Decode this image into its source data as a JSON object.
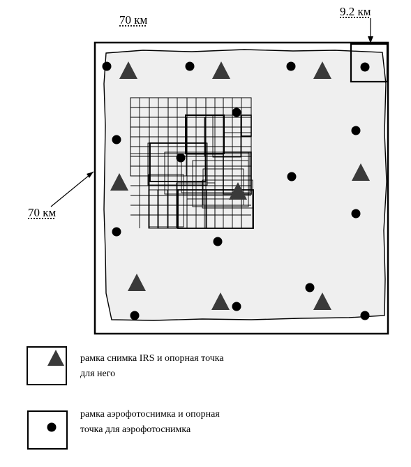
{
  "dimensions": {
    "width_label": "70 км",
    "height_label": "70 км",
    "aerial_frame_label": "9.2 км"
  },
  "legend": {
    "irs_frame": {
      "icon": "triangle-icon",
      "text_line1": "рамка снимка IRS и опорная точка",
      "text_line2": "для него"
    },
    "aerial_frame": {
      "icon": "dot-icon",
      "text_line1": "рамка аэрофотоснимка и опорная",
      "text_line2": "точка для аэрофотоснимка"
    }
  },
  "colors": {
    "area_fill": "#efefef",
    "triangle": "#3a3a3a",
    "dot": "#000000",
    "frame": "#000000"
  }
}
